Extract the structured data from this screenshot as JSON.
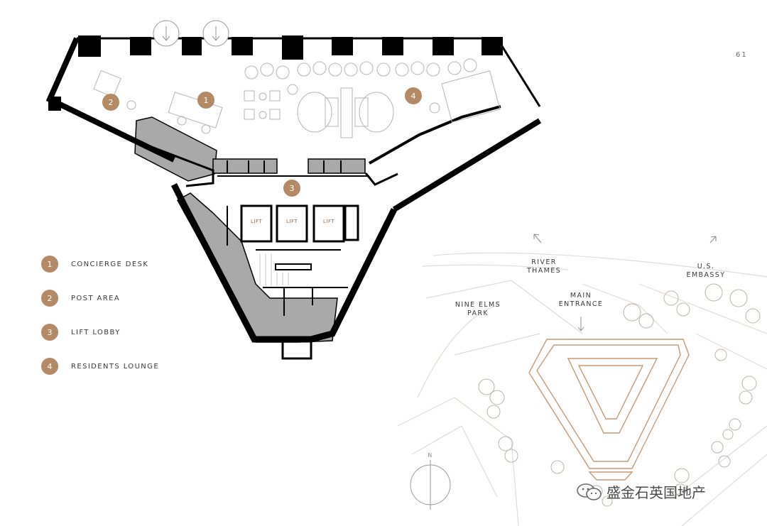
{
  "page_number": "61",
  "accent_color": "#b38966",
  "legend": [
    {
      "number": "1",
      "label": "CONCIERGE DESK"
    },
    {
      "number": "2",
      "label": "POST AREA"
    },
    {
      "number": "3",
      "label": "LIFT LOBBY"
    },
    {
      "number": "4",
      "label": "RESIDENTS LOUNGE"
    }
  ],
  "plan_markers": [
    "1",
    "2",
    "3",
    "4"
  ],
  "lift_labels": [
    "LIFT",
    "LIFT",
    "LIFT"
  ],
  "site_map": {
    "river": "RIVER\nTHAMES",
    "embassy": "U.S.\nEMBASSY",
    "park": "NINE ELMS\nPARK",
    "entrance": "MAIN\nENTRANCE",
    "north": "N"
  },
  "watermark": "盛金石英国地产"
}
